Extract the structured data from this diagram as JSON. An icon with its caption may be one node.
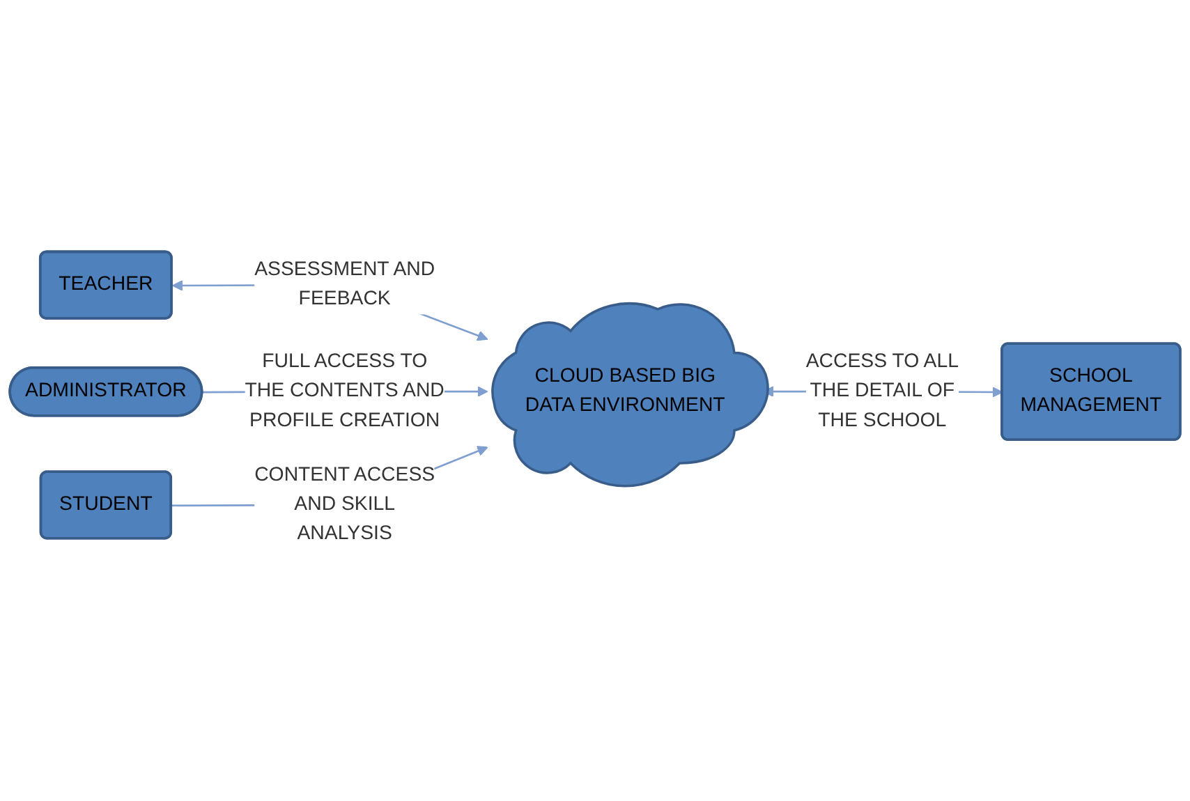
{
  "diagram": {
    "nodes": [
      {
        "text": [
          "CLOUD BASED BIG DATA ENVIRONMENT"
        ]
      },
      {
        "text": [
          "TEACHER"
        ]
      },
      {
        "text": [
          "ADMINISTRATOR"
        ]
      },
      {
        "text": [
          "STUDENT"
        ]
      },
      {
        "text": [
          "SCHOOL MANAGEMENT"
        ]
      }
    ],
    "edges": [
      {
        "from": 1,
        "to": 0,
        "arrow": "both",
        "label": "ASSESSMENT AND FEEBACK"
      },
      {
        "from": 2,
        "to": 0,
        "arrow": "to",
        "label": "FULL ACCESS TO THE CONTENTS AND PROFILE CREATION"
      },
      {
        "from": 3,
        "to": 0,
        "arrow": "to",
        "label": "CONTENT ACCESS AND SKILL ANALYSIS"
      },
      {
        "from": 0,
        "to": 4,
        "arrow": "both",
        "label": "ACCESS TO ALL THE DETAIL OF THE SCHOOL"
      }
    ]
  }
}
